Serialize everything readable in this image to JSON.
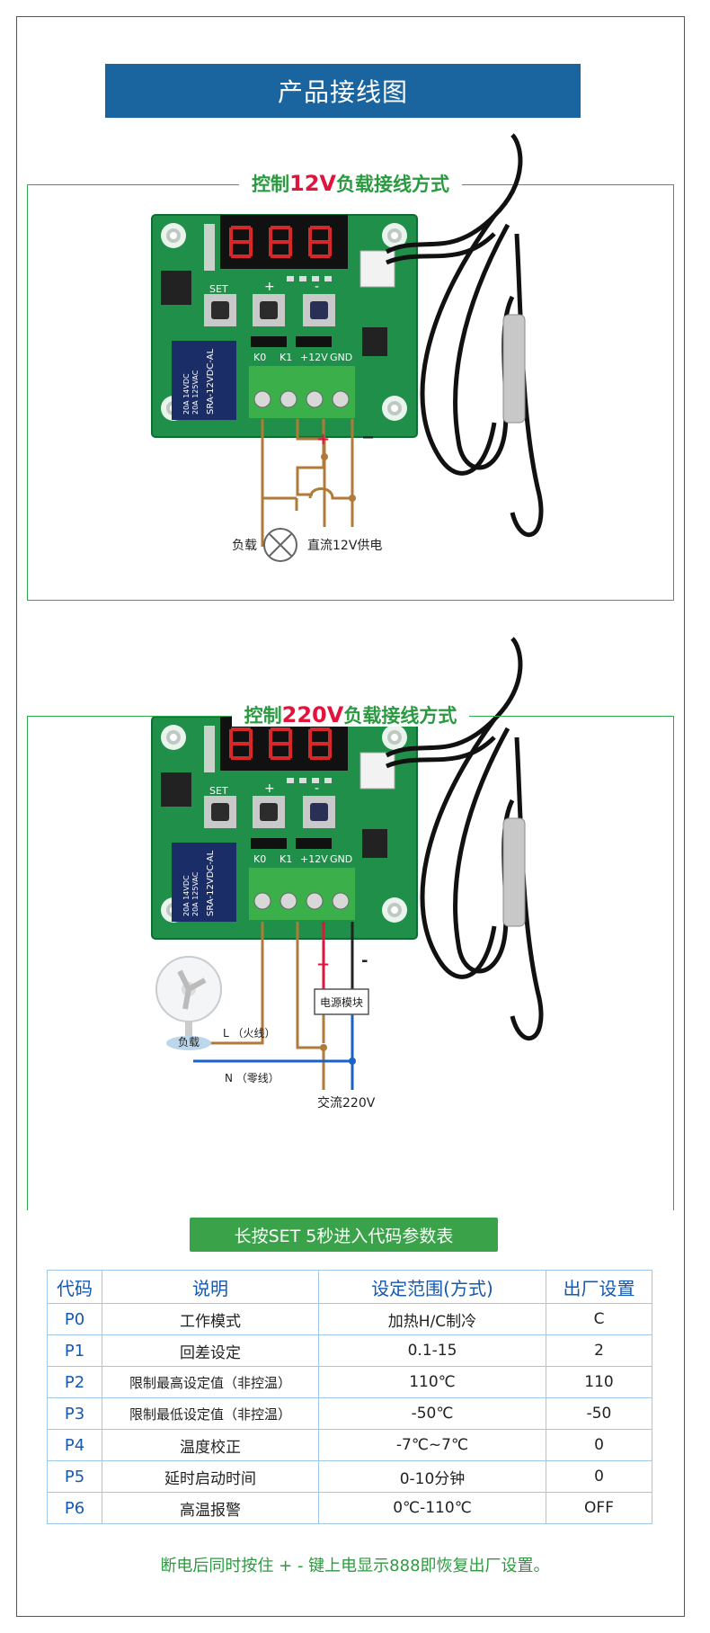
{
  "page_title": "产品接线图",
  "section_12v": {
    "title_prefix": "控制",
    "title_voltage": "12V",
    "title_suffix": "负载接线方式",
    "board": {
      "set_label": "SET",
      "plus_label": "+",
      "minus_label": "-",
      "relay_text": "SRA-12VDC-AL",
      "relay_rating1": "20A 14VDC",
      "relay_rating2": "20A 125VAC",
      "terminals": [
        "K0",
        "K1",
        "+12V",
        "GND"
      ]
    },
    "plus_sign": "+",
    "minus_sign": "−",
    "load_label": "负载",
    "supply_label": "直流12V供电"
  },
  "section_220v": {
    "title_prefix": "控制",
    "title_voltage": "220V",
    "title_suffix": "负载接线方式",
    "board": {
      "set_label": "SET",
      "plus_label": "+",
      "minus_label": "-",
      "relay_text": "SRA-12VDC-AL",
      "relay_rating1": "20A 14VDC",
      "relay_rating2": "20A 125VAC",
      "terminals": [
        "K0",
        "K1",
        "+12V",
        "GND"
      ]
    },
    "plus_sign": "+",
    "minus_sign": "-",
    "power_module_label": "电源模块",
    "live_label": "L （火线）",
    "neutral_label": "N （零线）",
    "load_label": "负载",
    "supply_label": "交流220V"
  },
  "param_table": {
    "label": "长按SET 5秒进入代码参数表",
    "headers": [
      "代码",
      "说明",
      "设定范围(方式)",
      "出厂设置"
    ],
    "rows": [
      [
        "P0",
        "工作模式",
        "加热H/C制冷",
        "C"
      ],
      [
        "P1",
        "回差设定",
        "0.1-15",
        "2"
      ],
      [
        "P2",
        "限制最高设定值（非控温）",
        "110℃",
        "110"
      ],
      [
        "P3",
        "限制最低设定值（非控温）",
        "-50℃",
        "-50"
      ],
      [
        "P4",
        "温度校正",
        "-7℃~7℃",
        "0"
      ],
      [
        "P5",
        "延时启动时间",
        "0-10分钟",
        "0"
      ],
      [
        "P6",
        "高温报警",
        "0℃-110℃",
        "OFF"
      ]
    ]
  },
  "reset_note": "断电后同时按住 + - 键上电显示888即恢复出厂设置。",
  "colors": {
    "title_bg": "#1a65a0",
    "green": "#2fa84f",
    "red": "#e0143c",
    "pcb": "#1f8f4a",
    "wire_brown": "#b07a3a",
    "wire_blue": "#1a62c8"
  }
}
